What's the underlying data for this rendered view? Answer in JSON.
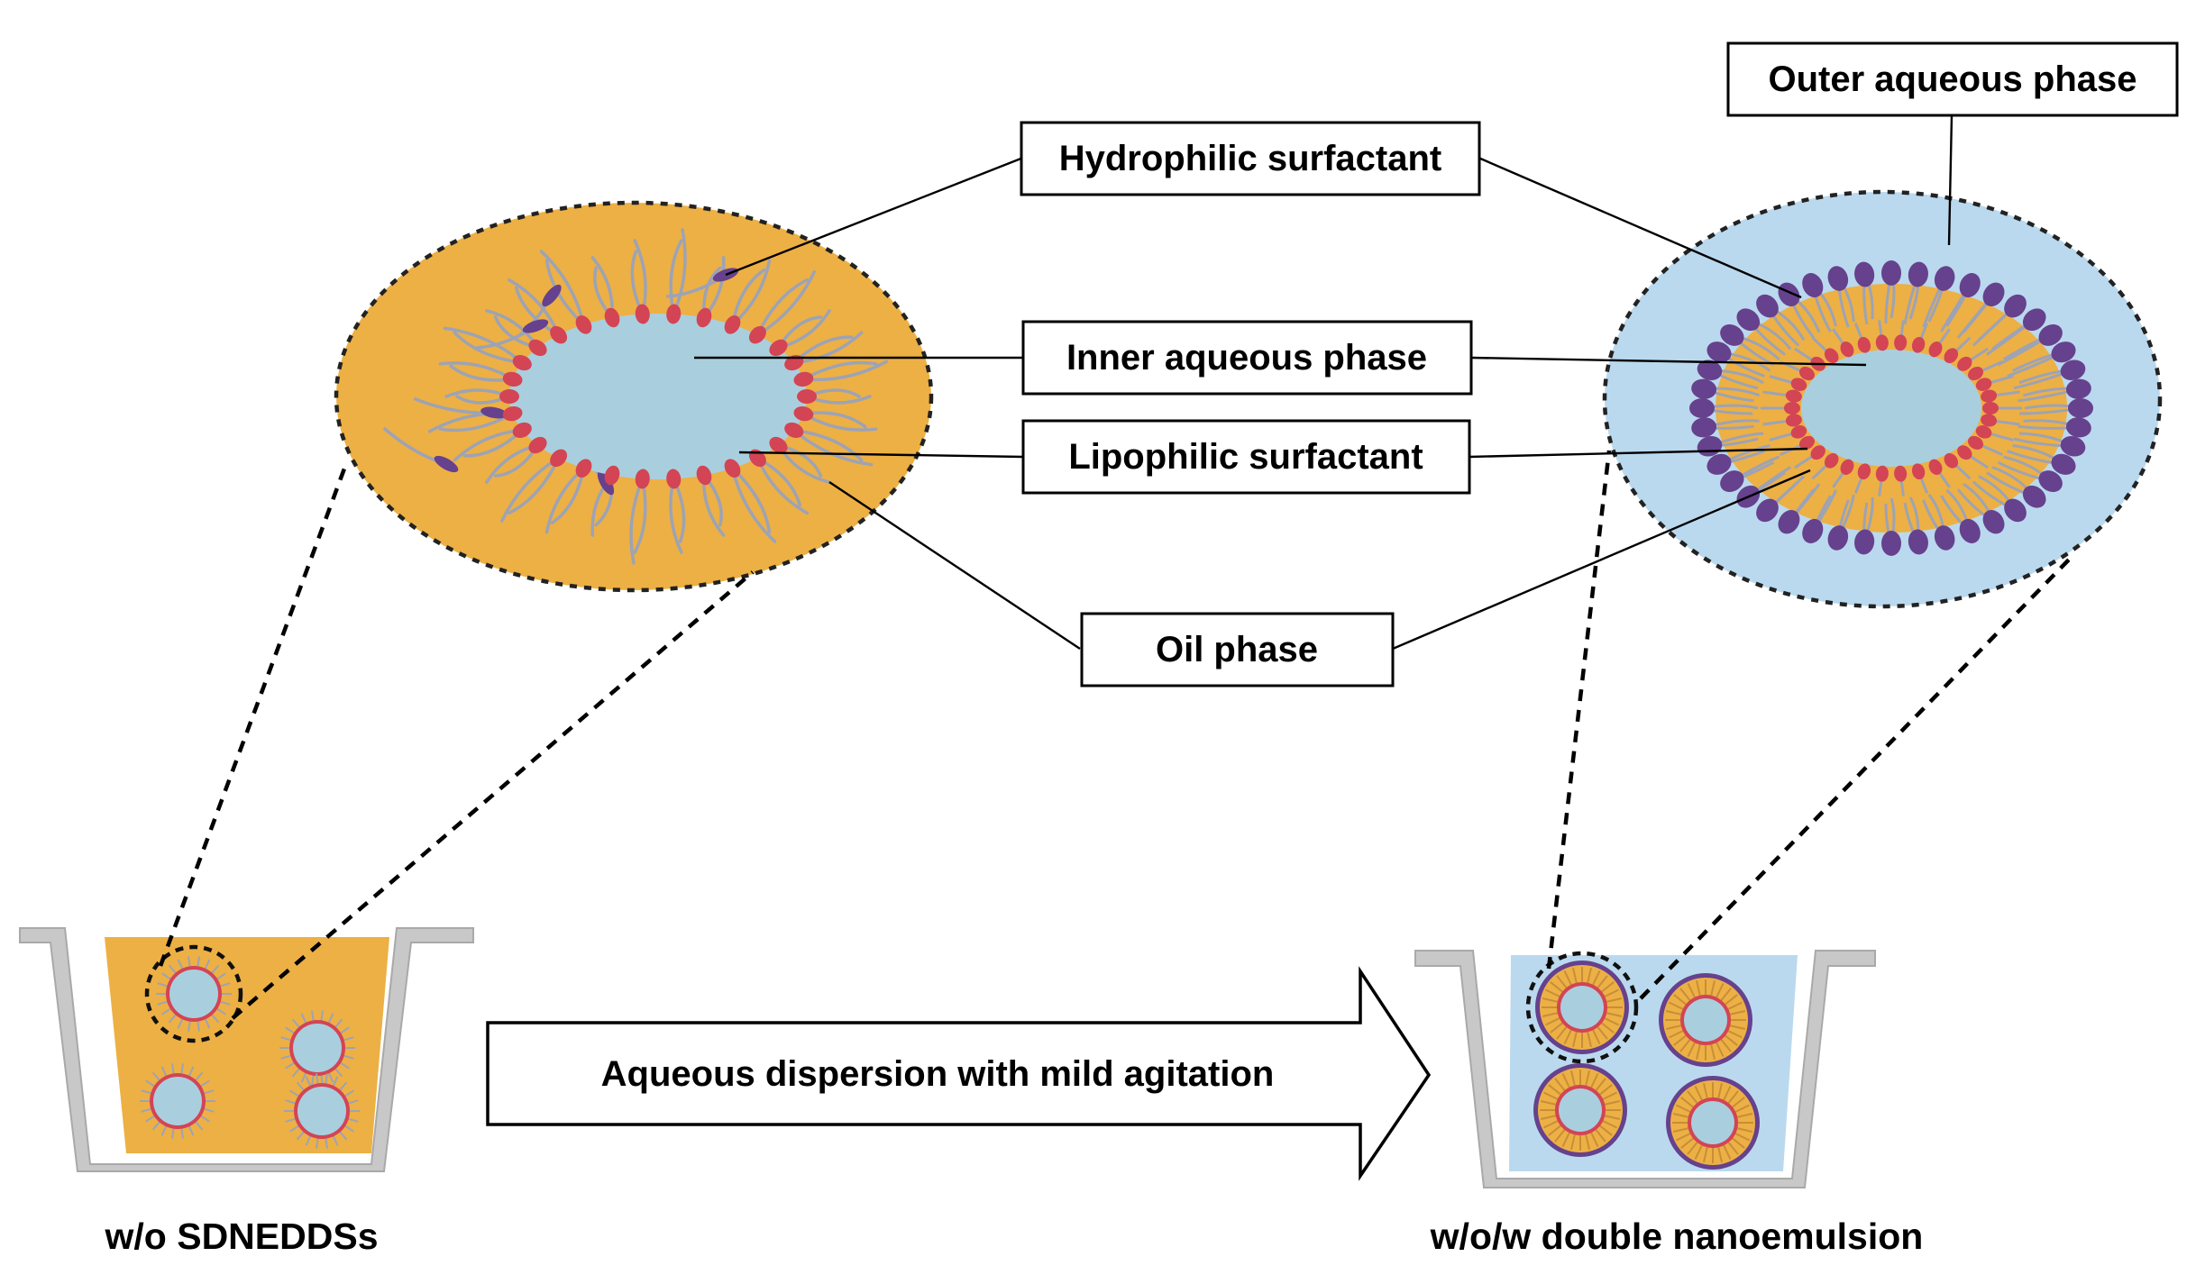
{
  "labels": {
    "outer_aqueous": "Outer aqueous phase",
    "hydrophilic": "Hydrophilic surfactant",
    "inner_aqueous": "Inner aqueous phase",
    "lipophilic": "Lipophilic surfactant",
    "oil": "Oil phase",
    "process": "Aqueous dispersion with mild agitation"
  },
  "captions": {
    "left": "w/o SDNEDDSs",
    "right": "w/o/w double nanoemulsion"
  },
  "colors": {
    "oil": "#EDB044",
    "inner_aqueous": "#A9CFDE",
    "outer_aqueous": "#BAD9EE",
    "lipophilic_head": "#D34455",
    "hydrophilic_head": "#66418D",
    "tail": "#9DA3B5",
    "container": "#C8C8C8"
  }
}
